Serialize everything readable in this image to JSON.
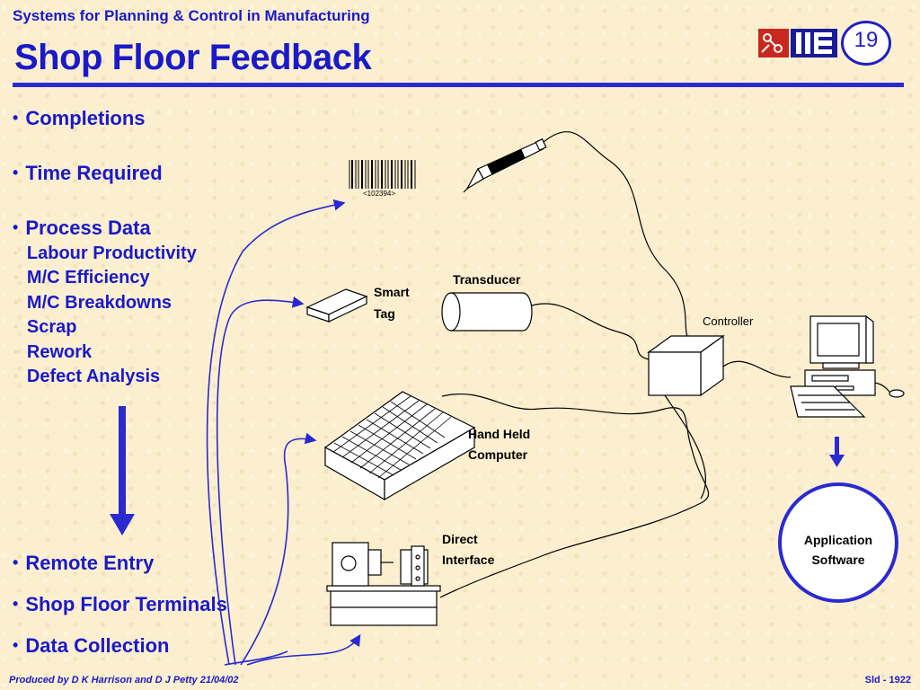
{
  "header": {
    "subtitle": "Systems for Planning & Control in Manufacturing",
    "title": "Shop Floor Feedback",
    "slide_number": "19"
  },
  "bullets_top": [
    {
      "text": "Completions"
    },
    {
      "text": "Time Required"
    },
    {
      "text": "Process Data"
    }
  ],
  "sub_bullets": [
    "Labour Productivity",
    "M/C Efficiency",
    "M/C Breakdowns",
    "Scrap",
    "Rework",
    "Defect Analysis"
  ],
  "bullets_bottom": [
    {
      "text": "Remote Entry"
    },
    {
      "text": "Shop Floor Terminals"
    },
    {
      "text": "Data Collection"
    }
  ],
  "diagram": {
    "barcode_number": "<102394>",
    "smart_tag": [
      "Smart",
      "Tag"
    ],
    "transducer": "Transducer",
    "controller": "Controller",
    "hand_held": [
      "Hand Held",
      "Computer"
    ],
    "direct_interface": [
      "Direct",
      "Interface"
    ],
    "application_software": [
      "Application",
      "Software"
    ]
  },
  "footer": {
    "left": "Produced by D K Harrison and D J Petty 21/04/02",
    "right": "Sld - 1922"
  },
  "colors": {
    "accent_blue": "#1a1ac8",
    "background": "#fbefcf",
    "logo_red": "#c8281e"
  }
}
